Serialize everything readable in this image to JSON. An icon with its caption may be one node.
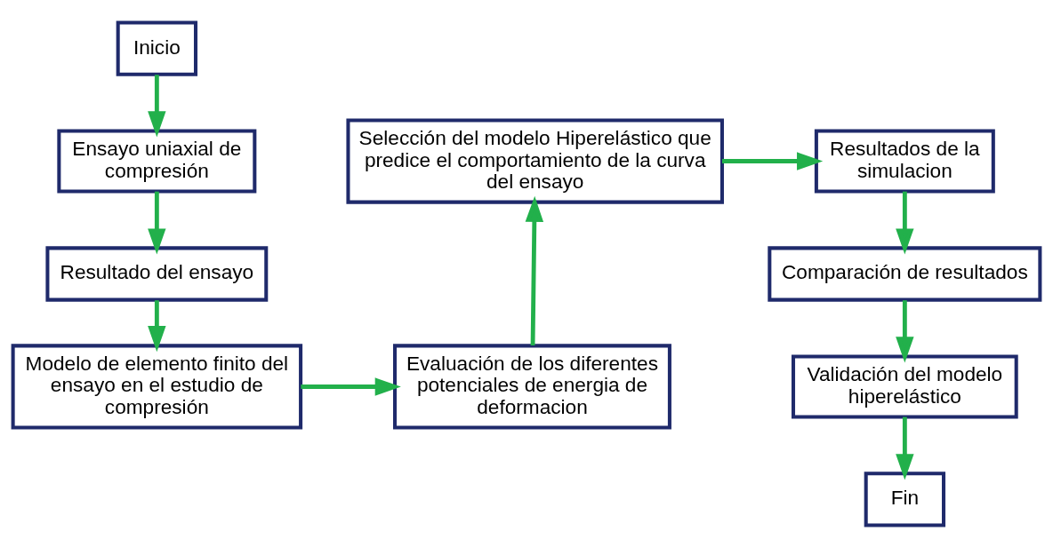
{
  "diagram": {
    "nodes": [
      {
        "text": [
          "Inicio"
        ]
      },
      {
        "text": [
          "Ensayo uniaxial de compresión"
        ]
      },
      {
        "text": [
          "Resultado del ensayo"
        ]
      },
      {
        "text": [
          "Modelo de elemento finito del ensayo en el estudio de compresión"
        ]
      },
      {
        "text": [
          "Evaluación de los diferentes potenciales de energia de deformacion"
        ]
      },
      {
        "text": [
          "Selección del modelo Hiperelástico que predice el comportamiento de la curva del ensayo"
        ]
      },
      {
        "text": [
          "Resultados de la simulacion"
        ]
      },
      {
        "text": [
          "Comparación de resultados"
        ]
      },
      {
        "text": [
          "Validación del modelo hiperelástico"
        ]
      },
      {
        "text": [
          "Fin"
        ]
      }
    ],
    "edges": [
      {
        "from": 0,
        "to": 1,
        "arrow": "to"
      },
      {
        "from": 1,
        "to": 2,
        "arrow": "to"
      },
      {
        "from": 2,
        "to": 3,
        "arrow": "to"
      },
      {
        "from": 3,
        "to": 4,
        "arrow": "to"
      },
      {
        "from": 4,
        "to": 5,
        "arrow": "to"
      },
      {
        "from": 5,
        "to": 6,
        "arrow": "to"
      },
      {
        "from": 6,
        "to": 7,
        "arrow": "to"
      },
      {
        "from": 7,
        "to": 8,
        "arrow": "to"
      },
      {
        "from": 8,
        "to": 9,
        "arrow": "to"
      }
    ]
  }
}
